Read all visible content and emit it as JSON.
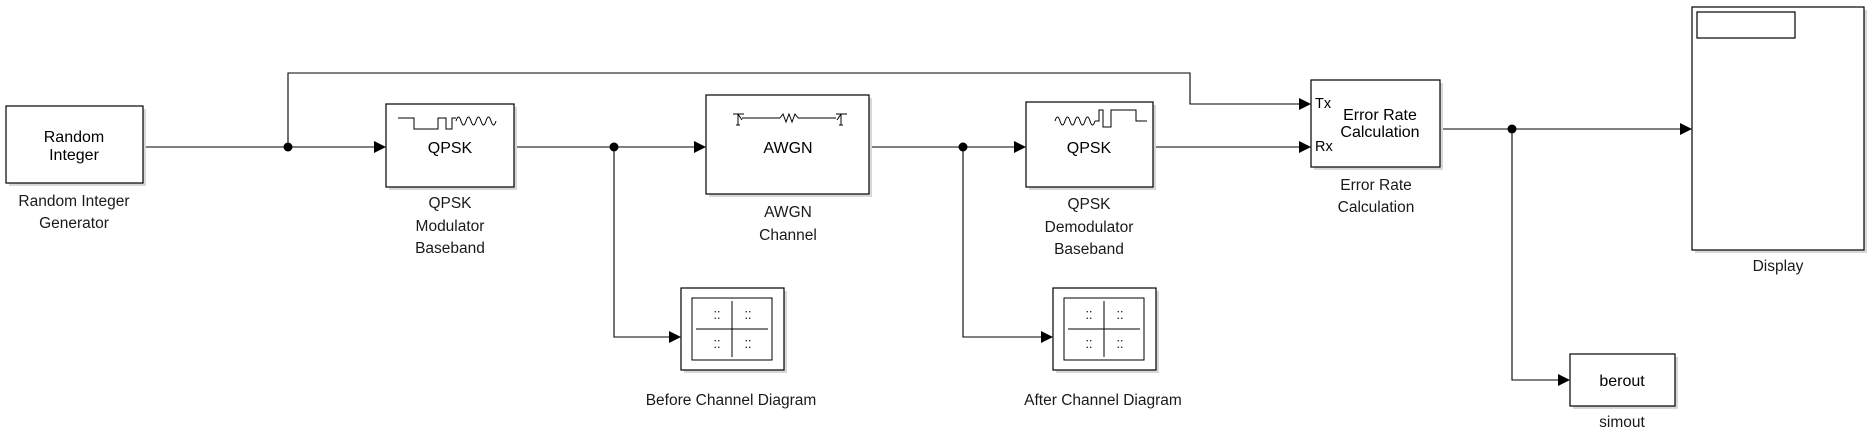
{
  "blocks": {
    "random_integer": {
      "inner": [
        "Random",
        "Integer"
      ],
      "caption": [
        "Random Integer",
        "Generator"
      ]
    },
    "qpsk_mod": {
      "inner": "QPSK",
      "caption": [
        "QPSK",
        "Modulator",
        "Baseband"
      ]
    },
    "awgn": {
      "inner": "AWGN",
      "caption": [
        "AWGN",
        "Channel"
      ]
    },
    "qpsk_demod": {
      "inner": "QPSK",
      "caption": [
        "QPSK",
        "Demodulator",
        "Baseband"
      ]
    },
    "error_rate": {
      "inner": [
        "Error Rate",
        "Calculation"
      ],
      "port_tx": "Tx",
      "port_rx": "Rx",
      "caption": [
        "Error Rate",
        "Calculation"
      ]
    },
    "display": {
      "caption": "Display"
    },
    "before_channel": {
      "caption": "Before Channel Diagram"
    },
    "after_channel": {
      "caption": "After Channel Diagram"
    },
    "simout": {
      "inner": "berout",
      "caption": "simout"
    }
  }
}
